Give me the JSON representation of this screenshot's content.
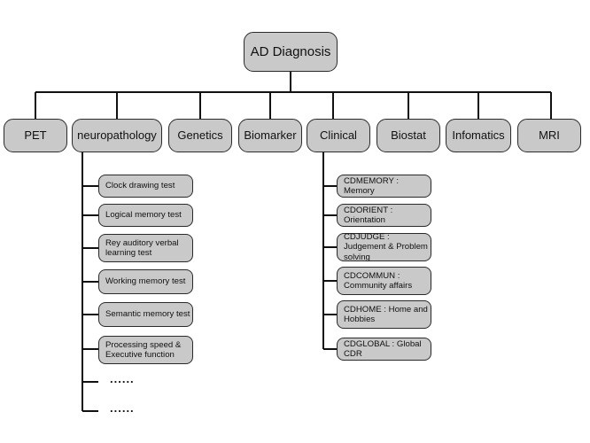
{
  "root": "AD Diagnosis",
  "categories": [
    "PET",
    "neuropathology",
    "Genetics",
    "Biomarker",
    "Clinical",
    "Biostat",
    "Infomatics",
    "MRI"
  ],
  "neuropathology_items": [
    "Clock drawing test",
    "Logical memory test",
    "Rey auditory verbal learning test",
    "Working memory test",
    "Semantic memory test",
    "Processing speed & Executive function"
  ],
  "neuropathology_more": [
    "......",
    "......"
  ],
  "clinical_items": [
    "CDMEMORY : Memory",
    "CDORIENT : Orientation",
    "CDJUDGE : Judgement & Problem solving",
    "CDCOMMUN : Community affairs",
    "CDHOME : Home and Hobbies",
    "CDGLOBAL : Global CDR"
  ]
}
